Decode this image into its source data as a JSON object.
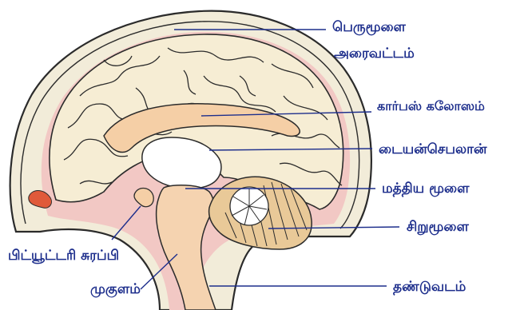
{
  "labels": {
    "cerebrum_line1": "பெருமூளை",
    "cerebrum_line2": "அரைவட்டம்",
    "corpus_callosum": "கார்பஸ் கலோஸம்",
    "diencephalon": "டையன்செபலான்",
    "midbrain": "மத்திய மூளை",
    "cerebellum": "சிறுமூளை",
    "pituitary": "பிட்யூட்டரி சுரப்பி",
    "medulla": "முகுளம்",
    "spinal_cord": "தண்டுவடம்"
  },
  "colors": {
    "label_text": "#1d2e8c",
    "leader_line": "#1d2e8c",
    "skull_fill": "#f2ecd9",
    "brain_fill": "#f6edd4",
    "pink_tissue": "#f2c8c4",
    "peach_tissue": "#f5cfa6",
    "stem_fill": "#f5d3b0",
    "cerebellum_stripes": "#d9b783",
    "sinus_red": "#e05a3a"
  }
}
